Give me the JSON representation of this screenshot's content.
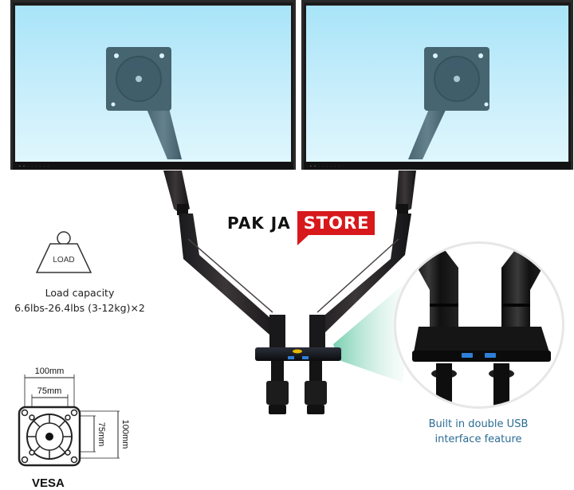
{
  "product": {
    "type": "Dual monitor gas-spring arm mount",
    "monitors": [
      {
        "position": "left",
        "screen_color": "#a8e4f8"
      },
      {
        "position": "right",
        "screen_color": "#a8e4f8"
      }
    ]
  },
  "logo": {
    "left_text": "PAK JA",
    "badge_text": "STORE",
    "badge_color": "#d7191c"
  },
  "load": {
    "icon": "weight-icon",
    "icon_label": "LOAD",
    "title": "Load capacity",
    "range": "6.6lbs-26.4lbs (3-12kg)×2"
  },
  "vesa": {
    "icon": "vesa-plate-icon",
    "outer_horizontal": "100mm",
    "inner_horizontal": "75mm",
    "inner_vertical": "75mm",
    "outer_vertical": "100mm",
    "label": "VESA"
  },
  "usb_detail": {
    "icon": "usb-port-icon",
    "port_count": 2,
    "port_color": "#2f7fd8",
    "caption_line1": "Built in double USB",
    "caption_line2": "interface feature",
    "caption_color": "#2b6c93",
    "highlight_color": "#7fd0b5"
  }
}
